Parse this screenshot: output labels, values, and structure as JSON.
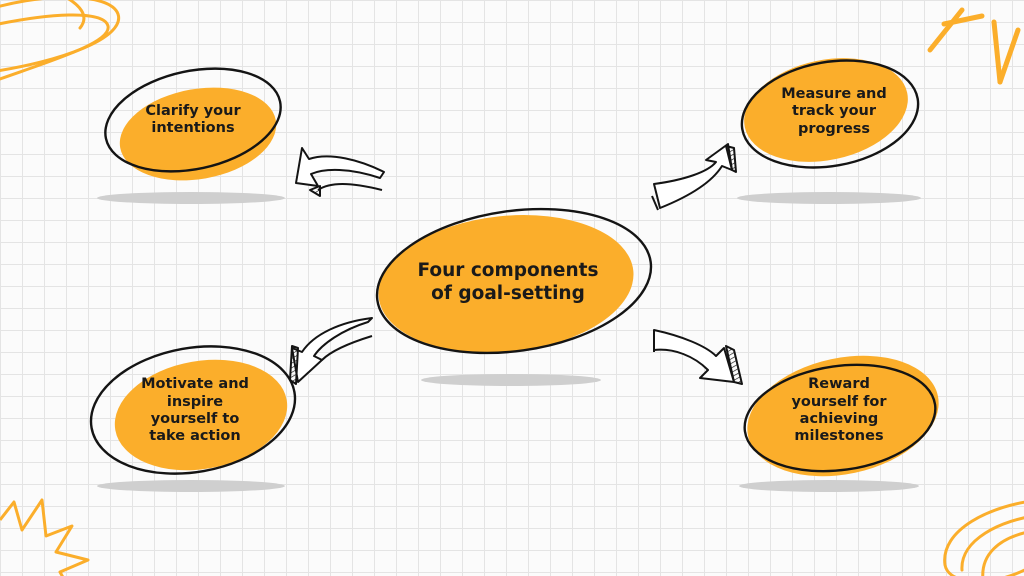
{
  "diagram": {
    "center": {
      "text": "Four components of goal-setting"
    },
    "nodes": [
      {
        "id": "clarify",
        "text": "Clarify your intentions"
      },
      {
        "id": "measure",
        "text": "Measure and track your progress"
      },
      {
        "id": "motivate",
        "text": "Motivate and inspire yourself to take action"
      },
      {
        "id": "reward",
        "text": "Reward yourself for achieving milestones"
      }
    ]
  },
  "colors": {
    "accent": "#fbae2b",
    "outline": "#141414",
    "shadow": "#cfcfcf",
    "background": "#fbfbfb",
    "grid": "#e4e4e4"
  }
}
